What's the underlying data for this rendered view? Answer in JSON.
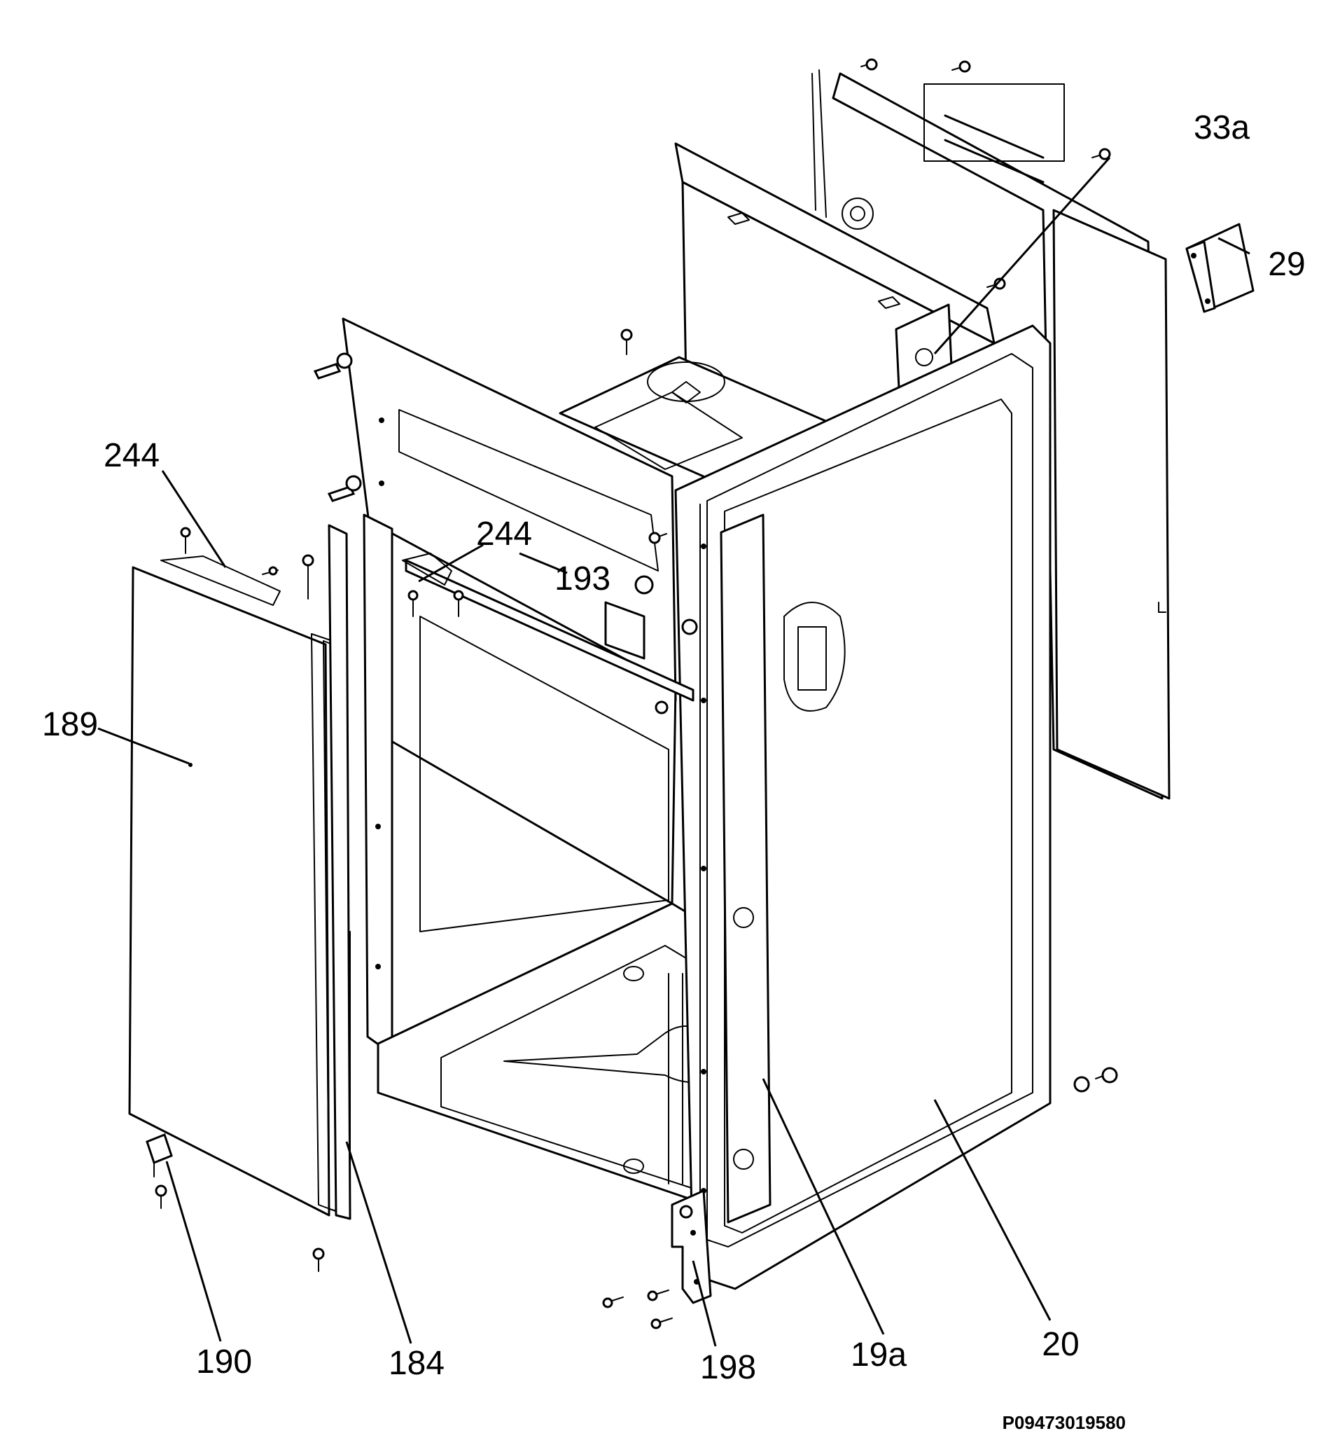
{
  "diagram": {
    "labels": {
      "l33a": "33a",
      "l29": "29",
      "l244a": "244",
      "l244b": "244",
      "l193": "193",
      "l189": "189",
      "l190": "190",
      "l184": "184",
      "l198": "198",
      "l19a": "19a",
      "l20": "20"
    },
    "reference_code": "P09473019580",
    "colors": {
      "line": "#000000",
      "background": "#ffffff"
    }
  }
}
